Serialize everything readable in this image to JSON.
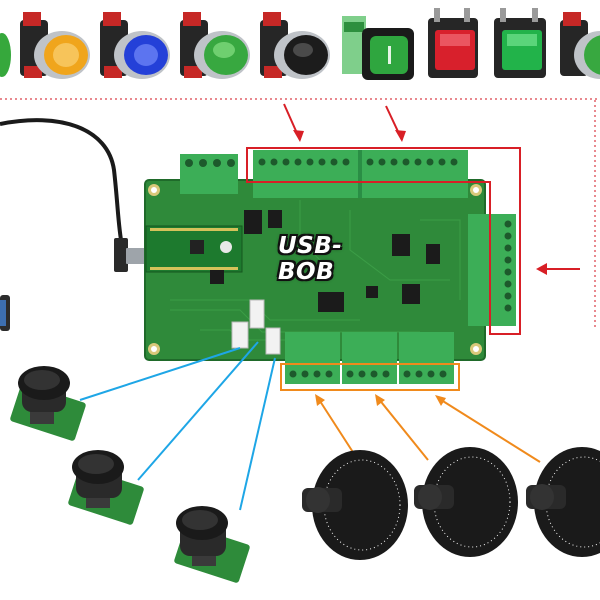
{
  "board": {
    "title": "USB-BOB"
  },
  "colors": {
    "background": "#ffffff",
    "pcb": "#2f8a3a",
    "pcb_dark": "#1f6a2a",
    "terminal": "#3cae57",
    "pico": "#1d7a2e",
    "red_highlight": "#d81f26",
    "orange_highlight": "#f08a1c",
    "blue_link": "#1ea6e6",
    "dotted_border": "#e0626a",
    "knob": "#1a1a1a",
    "small_pcb": "#2e8b3a"
  },
  "buttons": [
    {
      "name": "green-button-edge",
      "color": "#36a83c"
    },
    {
      "name": "yellow-button",
      "color": "#f0a51c"
    },
    {
      "name": "blue-button",
      "color": "#2440d8"
    },
    {
      "name": "green-button",
      "color": "#38a840"
    },
    {
      "name": "black-button",
      "color": "#202020"
    },
    {
      "name": "green-square-button",
      "color": "#2fa63f"
    },
    {
      "name": "red-square-button",
      "color": "#d8202c"
    },
    {
      "name": "green-square-lamp",
      "color": "#22b34a"
    },
    {
      "name": "green-button-right",
      "color": "#38a840"
    }
  ]
}
